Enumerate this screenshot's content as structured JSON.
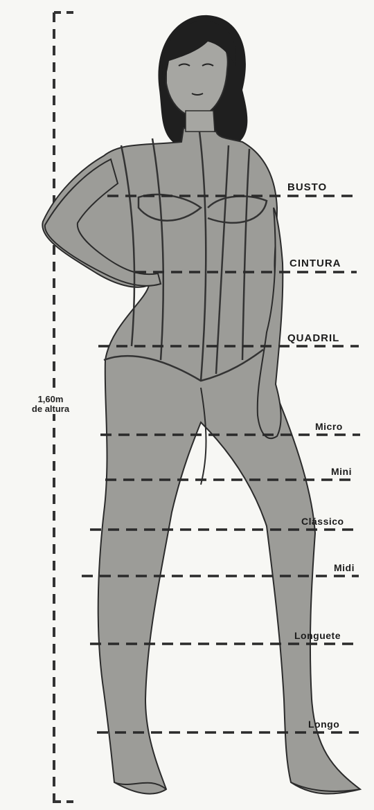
{
  "figure": {
    "height_label_line1": "1,60m",
    "height_label_line2": "de altura"
  },
  "measurements": [
    {
      "key": "busto",
      "label": "BUSTO"
    },
    {
      "key": "cintura",
      "label": "CINTURA"
    },
    {
      "key": "quadril",
      "label": "QUADRIL"
    }
  ],
  "lengths": [
    {
      "key": "micro",
      "label": "Micro"
    },
    {
      "key": "mini",
      "label": "Mini"
    },
    {
      "key": "classico",
      "label": "Clássico"
    },
    {
      "key": "midi",
      "label": "Midi"
    },
    {
      "key": "longuete",
      "label": "Longuete"
    },
    {
      "key": "longo",
      "label": "Longo"
    }
  ],
  "colors": {
    "figure_fill": "#9c9c98",
    "outline": "#2b2b2b",
    "hair": "#1f1f1f",
    "paper": "#f7f7f4"
  }
}
